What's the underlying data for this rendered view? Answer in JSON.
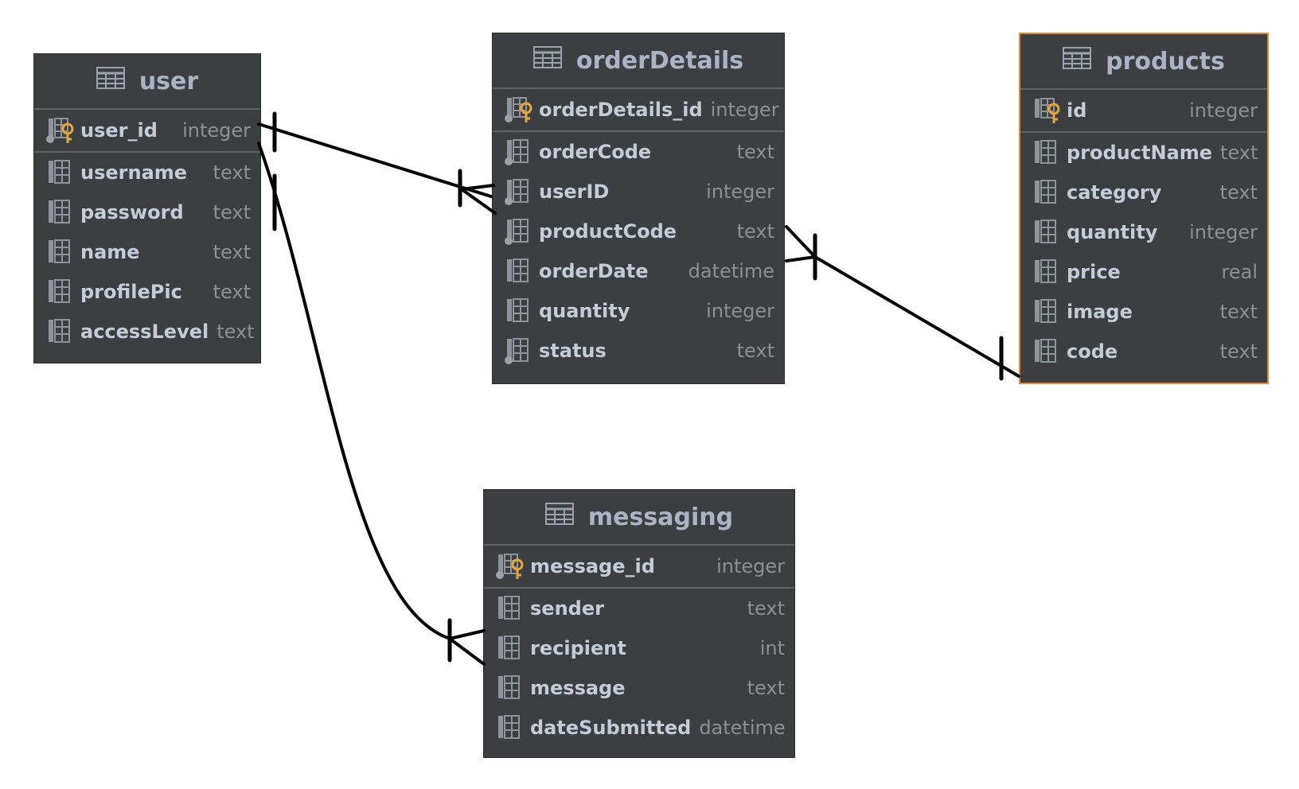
{
  "colors": {
    "canvas": "#ffffff",
    "table_bg": "#3c3f41",
    "header_text": "#aab4c4",
    "column_text": "#c4ccd8",
    "type_text": "#8c8f93",
    "pk_key": "#e8a53a",
    "selected_border": "#e5873b",
    "connector": "#000000"
  },
  "tables": {
    "user": {
      "name": "user",
      "columns": [
        {
          "name": "user_id",
          "type": "integer",
          "pk": true
        },
        {
          "name": "username",
          "type": "text"
        },
        {
          "name": "password",
          "type": "text"
        },
        {
          "name": "name",
          "type": "text"
        },
        {
          "name": "profilePic",
          "type": "text"
        },
        {
          "name": "accessLevel",
          "type": "text"
        }
      ]
    },
    "orderDetails": {
      "name": "orderDetails",
      "columns": [
        {
          "name": "orderDetails_id",
          "type": "integer",
          "pk": true
        },
        {
          "name": "orderCode",
          "type": "text",
          "fk": true
        },
        {
          "name": "userID",
          "type": "integer",
          "fk": true
        },
        {
          "name": "productCode",
          "type": "text",
          "fk": true
        },
        {
          "name": "orderDate",
          "type": "datetime"
        },
        {
          "name": "quantity",
          "type": "integer"
        },
        {
          "name": "status",
          "type": "text",
          "fk": true
        }
      ]
    },
    "products": {
      "name": "products",
      "selected": true,
      "columns": [
        {
          "name": "id",
          "type": "integer",
          "pk": true
        },
        {
          "name": "productName",
          "type": "text"
        },
        {
          "name": "category",
          "type": "text"
        },
        {
          "name": "quantity",
          "type": "integer"
        },
        {
          "name": "price",
          "type": "real"
        },
        {
          "name": "image",
          "type": "text"
        },
        {
          "name": "code",
          "type": "text"
        }
      ]
    },
    "messaging": {
      "name": "messaging",
      "columns": [
        {
          "name": "message_id",
          "type": "integer",
          "pk": true
        },
        {
          "name": "sender",
          "type": "text"
        },
        {
          "name": "recipient",
          "type": "int"
        },
        {
          "name": "message",
          "type": "text"
        },
        {
          "name": "dateSubmitted",
          "type": "datetime"
        }
      ]
    }
  },
  "relationships": [
    {
      "from": "user.user_id",
      "to": "orderDetails.userID",
      "cardinality": "one-to-many"
    },
    {
      "from": "user.user_id",
      "to": "messaging.recipient",
      "cardinality": "one-to-many"
    },
    {
      "from": "products.code",
      "to": "orderDetails.productCode",
      "cardinality": "one-to-many"
    }
  ]
}
